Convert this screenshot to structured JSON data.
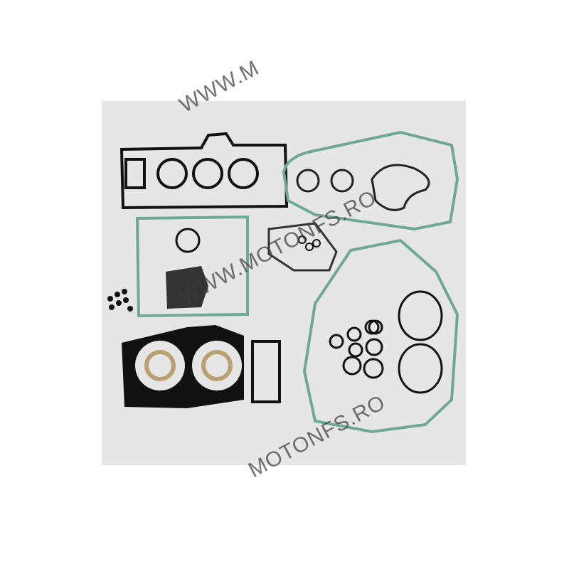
{
  "image": {
    "subject": "motorcycle engine gasket kit",
    "background_color": "#e6e6e6",
    "page_background": "#ffffff"
  },
  "watermarks": [
    {
      "text": "WWW.MOTONFS.RO",
      "position": "top",
      "visible_fragment": "WWW.M"
    },
    {
      "text": "WWW.MOTONFS.RO",
      "position": "center"
    },
    {
      "text": "WWW.MOTONFS.RO",
      "position": "bottom",
      "visible_fragment": "MOTONFS.RO"
    }
  ],
  "colors": {
    "gasket_green": "#7fbfa8",
    "gasket_black": "#111111",
    "seal_brass": "#b8a070"
  }
}
